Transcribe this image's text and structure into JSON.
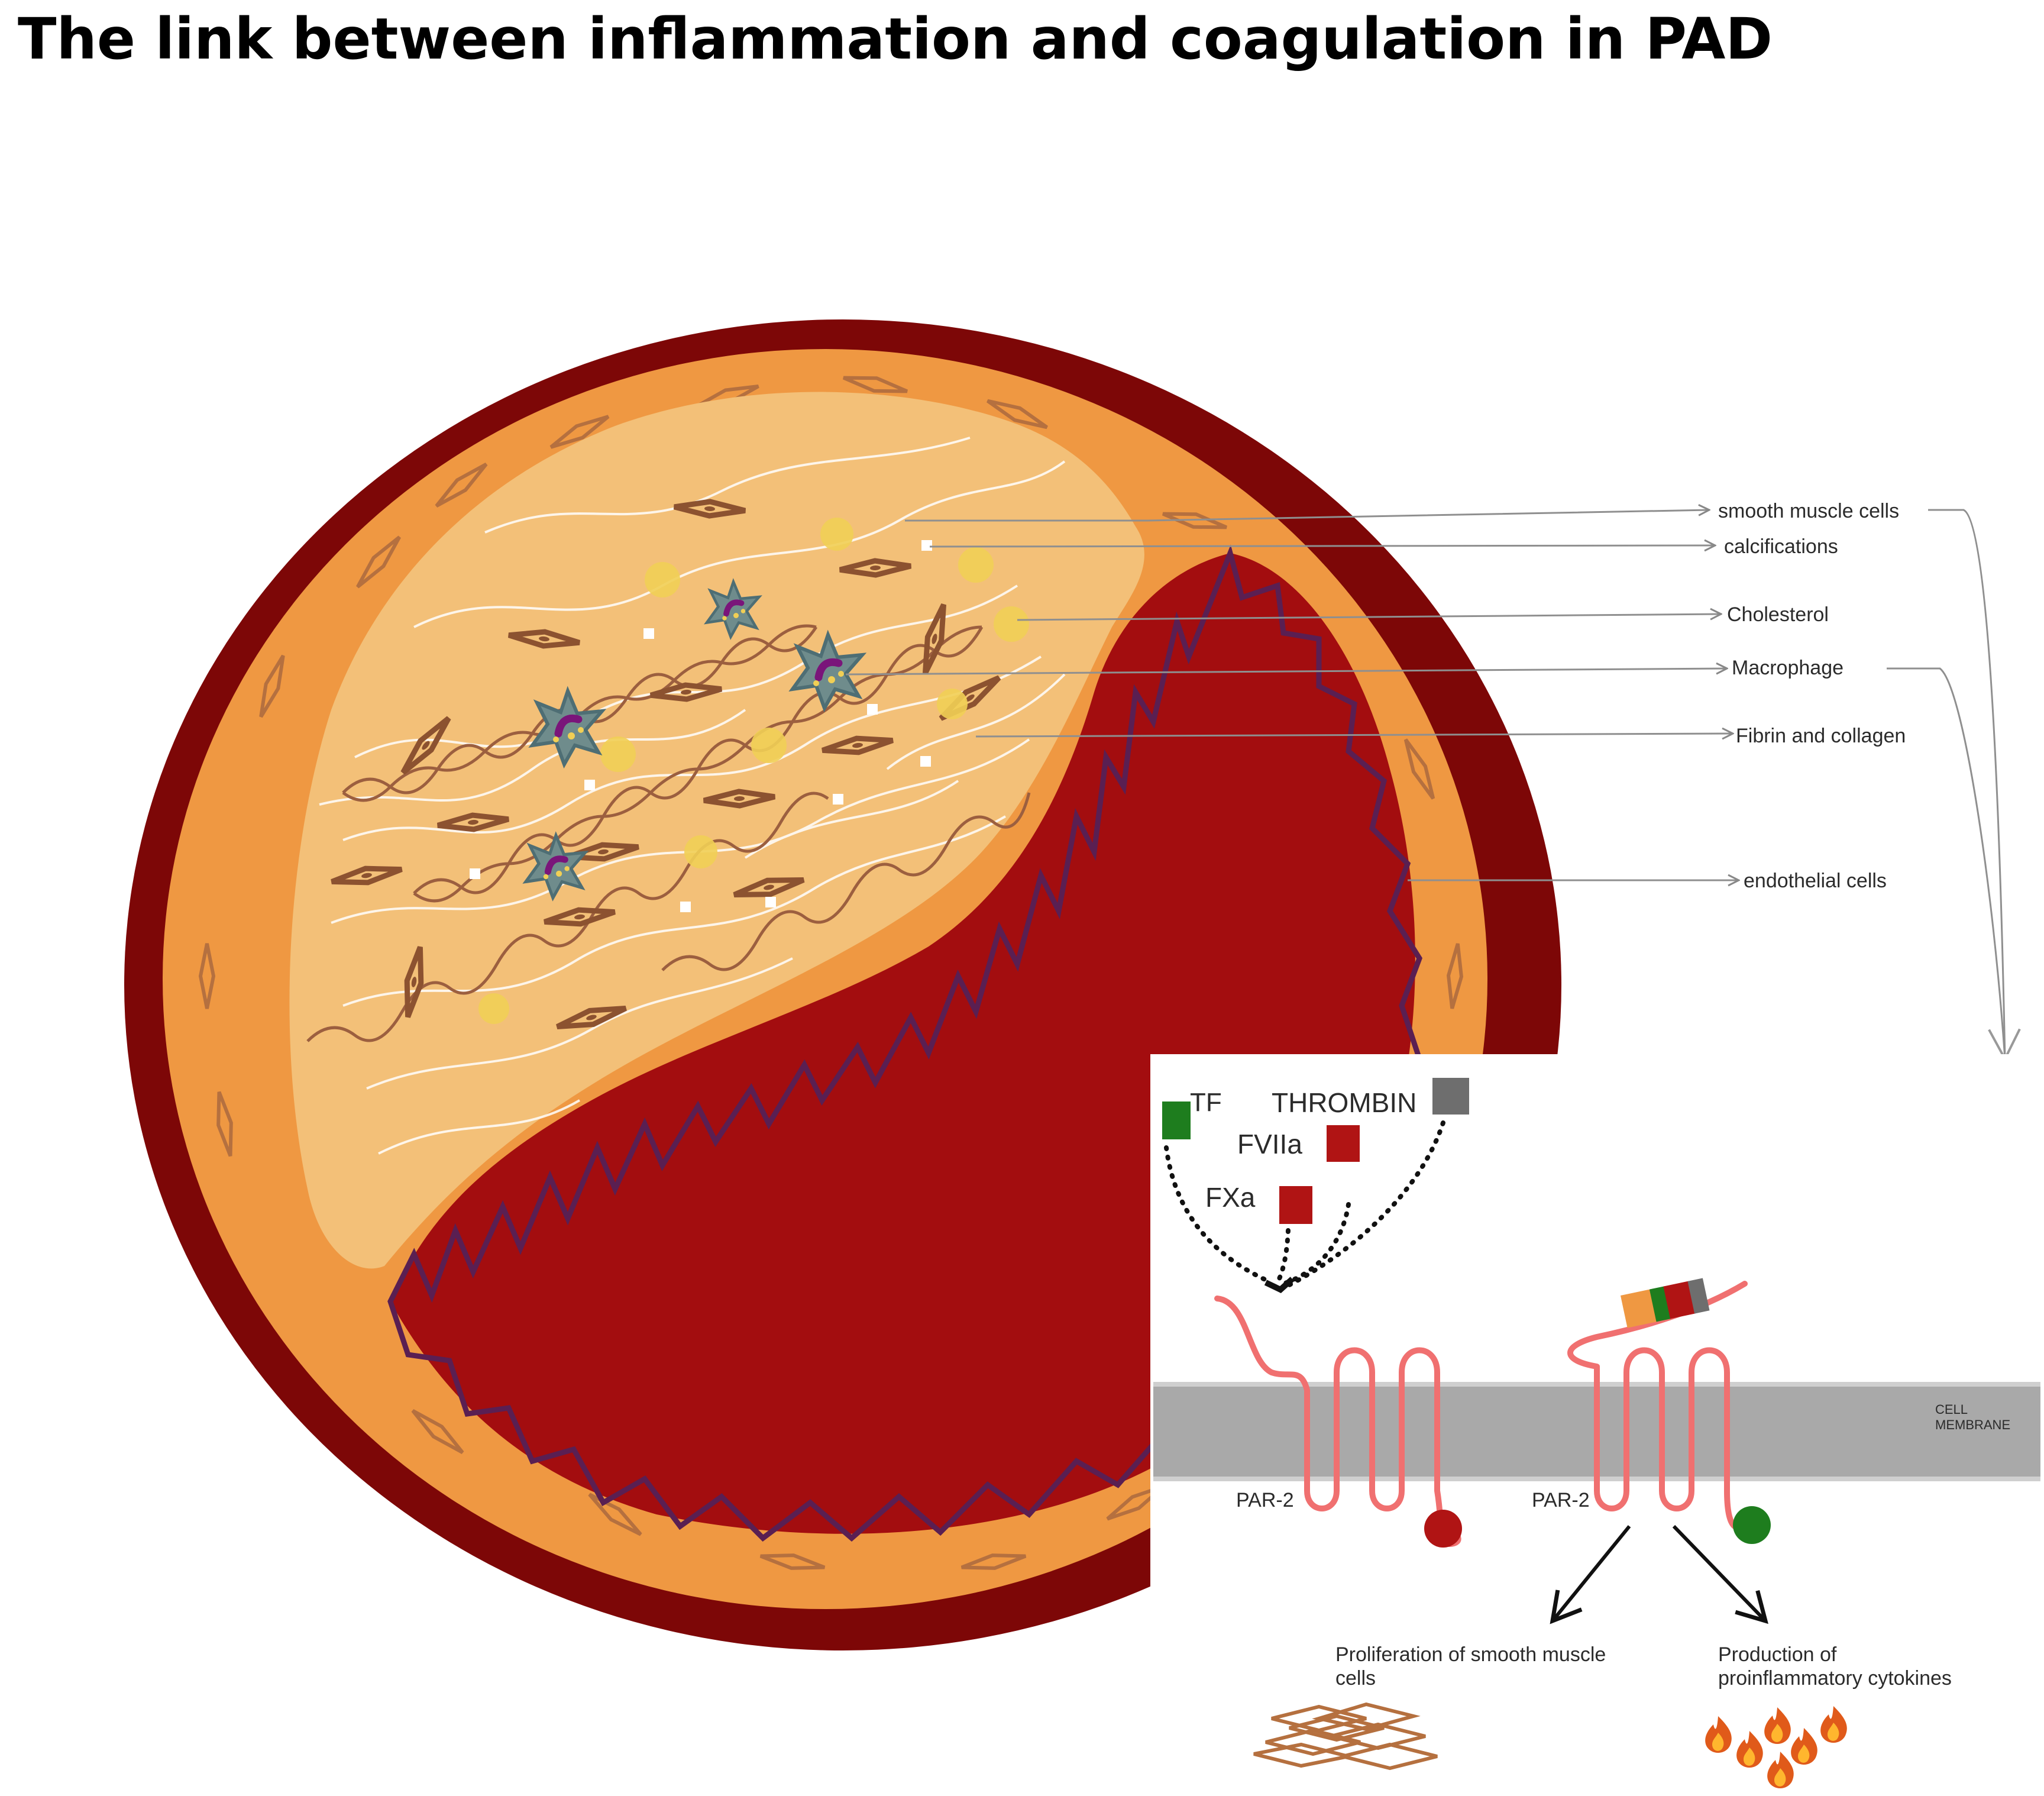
{
  "title": "The link between inflammation and coagulation in PAD",
  "artery_labels": {
    "smooth_muscle": "smooth muscle cells",
    "calcifications": "calcifications",
    "cholesterol": "Cholesterol",
    "macrophage": "Macrophage",
    "fibrin": "Fibrin and collagen",
    "endothelial": "endothelial cells"
  },
  "inset": {
    "tf": "TF",
    "thrombin": "THROMBIN",
    "fviia": "FVIIa",
    "fxa": "FXa",
    "membrane_line1": "CELL",
    "membrane_line2": "MEMBRANE",
    "par2_left": "PAR-2",
    "par2_right": "PAR-2",
    "proliferation_line1": "Proliferation of smooth muscle",
    "proliferation_line2": "cells",
    "production_line1": "Production of",
    "production_line2": "proinflammatory cytokines"
  },
  "colors": {
    "adventitia": "#7d0707",
    "media": "#ef9842",
    "plaque": "#f3c078",
    "lumen": "#a30d0f",
    "endothelium": "#5a1f52",
    "tf": "#1e7d1e",
    "factor_red": "#b01414",
    "thrombin_gray": "#6e6e6e",
    "par2": "#f07070",
    "membrane": "#a9a9a9"
  }
}
